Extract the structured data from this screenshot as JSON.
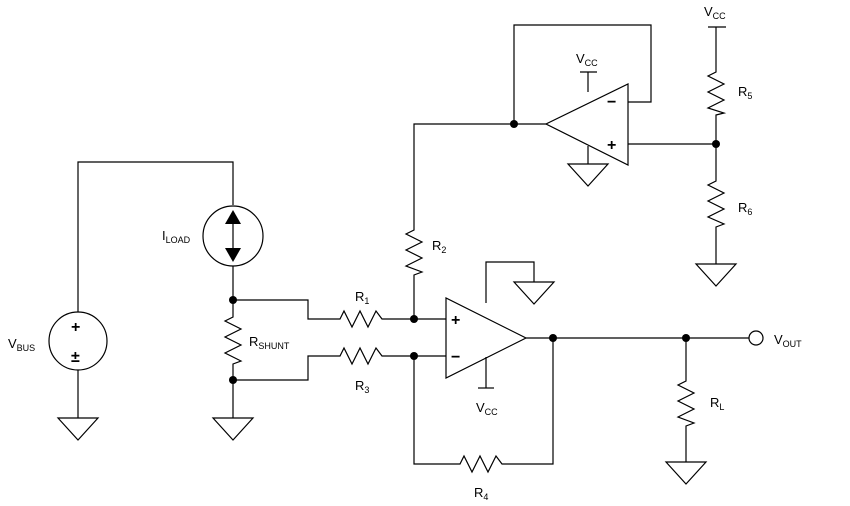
{
  "labels": {
    "vbus": {
      "main": "V",
      "sub": "BUS"
    },
    "iload": {
      "main": "I",
      "sub": "LOAD"
    },
    "rshunt": {
      "main": "R",
      "sub": "SHUNT"
    },
    "r1": {
      "main": "R",
      "sub": "1"
    },
    "r2": {
      "main": "R",
      "sub": "2"
    },
    "r3": {
      "main": "R",
      "sub": "3"
    },
    "r4": {
      "main": "R",
      "sub": "4"
    },
    "r5": {
      "main": "R",
      "sub": "5"
    },
    "r6": {
      "main": "R",
      "sub": "6"
    },
    "rl": {
      "main": "R",
      "sub": "L"
    },
    "vout": {
      "main": "V",
      "sub": "OUT"
    },
    "vcc_top": {
      "main": "V",
      "sub": "CC"
    },
    "vcc_buffer": {
      "main": "V",
      "sub": "CC"
    },
    "vcc_amp": {
      "main": "V",
      "sub": "CC"
    }
  },
  "symbols": {
    "plus": "+",
    "minus": "−",
    "plus_minus": "±"
  }
}
